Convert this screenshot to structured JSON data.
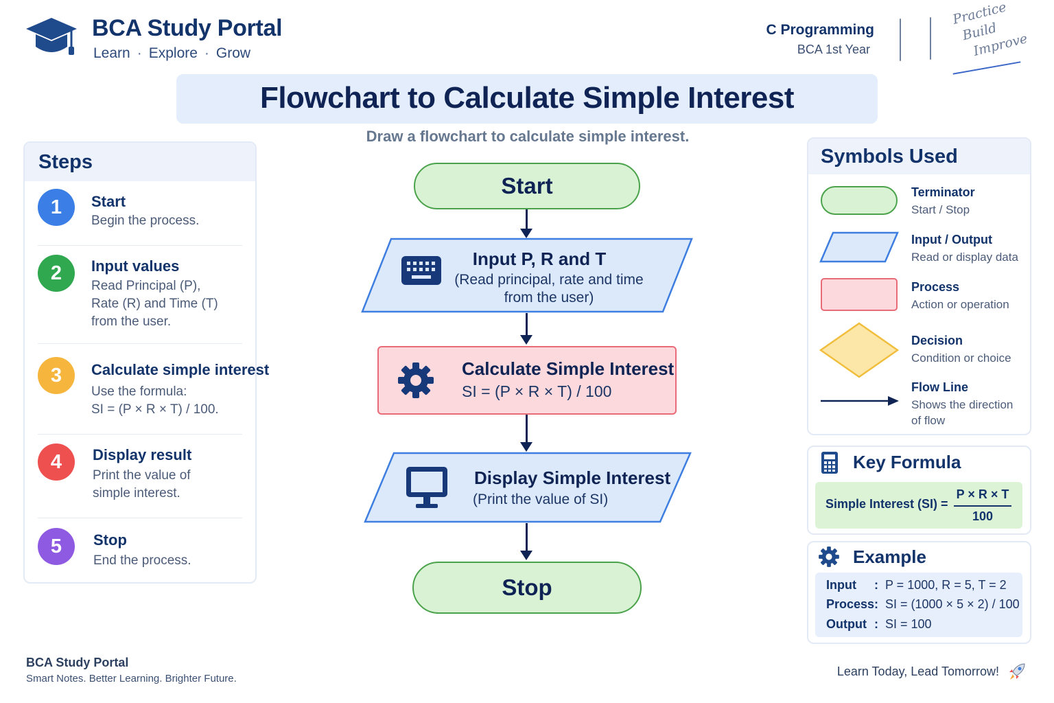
{
  "header": {
    "brand_title": "BCA Study Portal",
    "tagline": [
      "Learn",
      "Explore",
      "Grow"
    ],
    "tagline_separator": "·",
    "course_title": "C Programming",
    "course_year": "BCA 1st Year",
    "motto": [
      "Practice",
      "Build",
      "Improve"
    ]
  },
  "title": "Flowchart to Calculate Simple Interest",
  "subtitle": "Draw a flowchart to calculate simple interest.",
  "steps": {
    "title": "Steps",
    "items": [
      {
        "number": "1",
        "heading": "Start",
        "lines": [
          "Begin the process."
        ],
        "color": "#3b7fe6"
      },
      {
        "number": "2",
        "heading": "Input values",
        "lines": [
          "Read Principal (P),",
          "Rate (R) and Time (T)",
          "from the user."
        ],
        "color": "#2fa84f"
      },
      {
        "number": "3",
        "heading": "Calculate simple interest",
        "lines": [
          "Use the formula:",
          "SI = (P × R × T) / 100."
        ],
        "color": "#f6b53d"
      },
      {
        "number": "4",
        "heading": "Display result",
        "lines": [
          "Print the value of",
          "simple interest."
        ],
        "color": "#ee5050"
      },
      {
        "number": "5",
        "heading": "Stop",
        "lines": [
          "End the process."
        ],
        "color": "#8e5ae2"
      }
    ]
  },
  "flowchart": {
    "start": "Start",
    "input": {
      "title": "Input P, R and T",
      "lines": [
        "(Read principal, rate and time",
        "from the user)"
      ],
      "icon": "keyboard-icon"
    },
    "process": {
      "title": "Calculate Simple Interest",
      "formula": "SI = (P × R × T) / 100",
      "icon": "gear-icon"
    },
    "output": {
      "title": "Display Simple Interest",
      "lines": [
        "(Print the value of SI)"
      ],
      "icon": "monitor-icon"
    },
    "stop": "Stop"
  },
  "symbols": {
    "title": "Symbols Used",
    "items": [
      {
        "name": "Terminator",
        "desc": [
          "Start / Stop"
        ],
        "shape": "terminator"
      },
      {
        "name": "Input / Output",
        "desc": [
          "Read or display data"
        ],
        "shape": "parallelogram"
      },
      {
        "name": "Process",
        "desc": [
          "Action or operation"
        ],
        "shape": "rectangle"
      },
      {
        "name": "Decision",
        "desc": [
          "Condition or choice"
        ],
        "shape": "diamond"
      },
      {
        "name": "Flow Line",
        "desc": [
          "Shows the direction",
          "of flow"
        ],
        "shape": "arrow"
      }
    ]
  },
  "key_formula": {
    "title": "Key Formula",
    "label": "Simple Interest (SI) =",
    "numerator": "P × R × T",
    "denominator": "100"
  },
  "example": {
    "title": "Example",
    "rows": [
      {
        "key": "Input",
        "value": "P = 1000, R = 5, T = 2"
      },
      {
        "key": "Process",
        "value": "SI = (1000 × 5 × 2) / 100"
      },
      {
        "key": "Output",
        "value": "SI = 100"
      }
    ]
  },
  "footer": {
    "brand": "BCA Study Portal",
    "tagline": "Smart Notes. Better Learning. Brighter Future.",
    "slogan": "Learn Today, Lead Tomorrow!"
  },
  "colors": {
    "navy": "#0f2454",
    "terminator_fill": "#d9f2d4",
    "terminator_border": "#4aa34a",
    "io_fill": "#dce9fb",
    "io_border": "#3d7ee0",
    "process_fill": "#fbd9dc",
    "process_border": "#e96b78",
    "decision_fill": "#fde7a8",
    "decision_border": "#f0be3c"
  }
}
